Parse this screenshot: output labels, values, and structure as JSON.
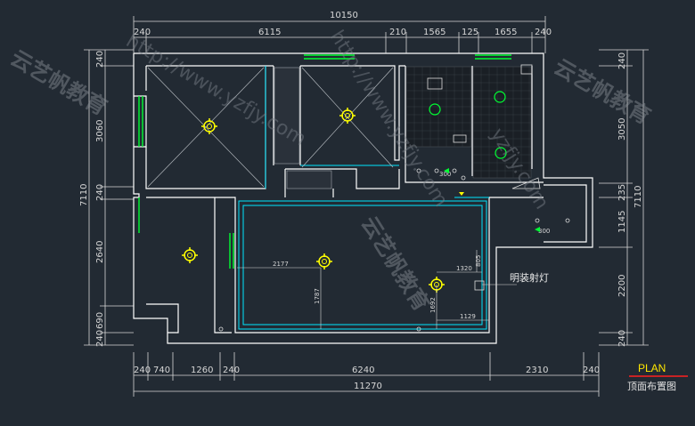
{
  "top_dims": {
    "total": "10150",
    "segments": [
      "240",
      "6115",
      "210",
      "1565",
      "125",
      "1655",
      "240"
    ]
  },
  "bottom_dims": {
    "segments": [
      "240",
      "740",
      "1260",
      "240",
      "6240",
      "2310",
      "240"
    ],
    "total": "11270"
  },
  "left_dims": {
    "total": "7110",
    "segments": [
      "240",
      "3060",
      "240",
      "2640",
      "690",
      "240"
    ]
  },
  "right_dims": {
    "total": "7110",
    "segments": [
      "240",
      "3050",
      "235",
      "1145",
      "2200",
      "240"
    ]
  },
  "inner_dims": {
    "d2177": "2177",
    "d1320": "1320",
    "d805": "805",
    "d1787": "1787",
    "d1129": "1129",
    "d1692": "1692",
    "d300a": "300",
    "d300b": "300"
  },
  "annotation": {
    "text": "明装射灯"
  },
  "title": {
    "plan": "PLAN",
    "subtitle": "顶面布置图"
  },
  "watermarks": {
    "url1": "http://www.yzfjy.com",
    "url2": "http://www.yzfjy.com",
    "url3": "yzfjy.com",
    "cn": "云艺帆教育"
  },
  "colors": {
    "background": "#222a33",
    "wall": "#ffffff",
    "ceiling": "#00e5ff",
    "window": "#00ff33",
    "lamp": "#ffff00",
    "dimension": "#d7d7d7"
  }
}
